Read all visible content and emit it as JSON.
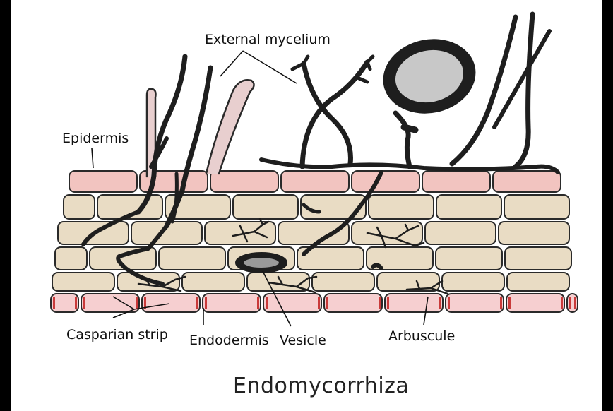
{
  "diagram": {
    "title": "Endomycorrhiza",
    "labels": {
      "external_mycelium": "External mycelium",
      "epidermis": "Epidermis",
      "casparian_strip": "Casparian strip",
      "endodermis": "Endodermis",
      "vesicle": "Vesicle",
      "arbuscule": "Arbuscule"
    },
    "colors": {
      "background": "#ffffff",
      "frame": "#000000",
      "cortex_cell": "#e9dcc4",
      "epidermis_cell": "#f2c4c0",
      "endodermis_cell": "#f6cfd0",
      "casparian_strip": "#c93a3a",
      "hyphae": "#1e1e1e",
      "root_hair": "#e8cfcf",
      "spore_fill": "#c8c8c8"
    }
  }
}
